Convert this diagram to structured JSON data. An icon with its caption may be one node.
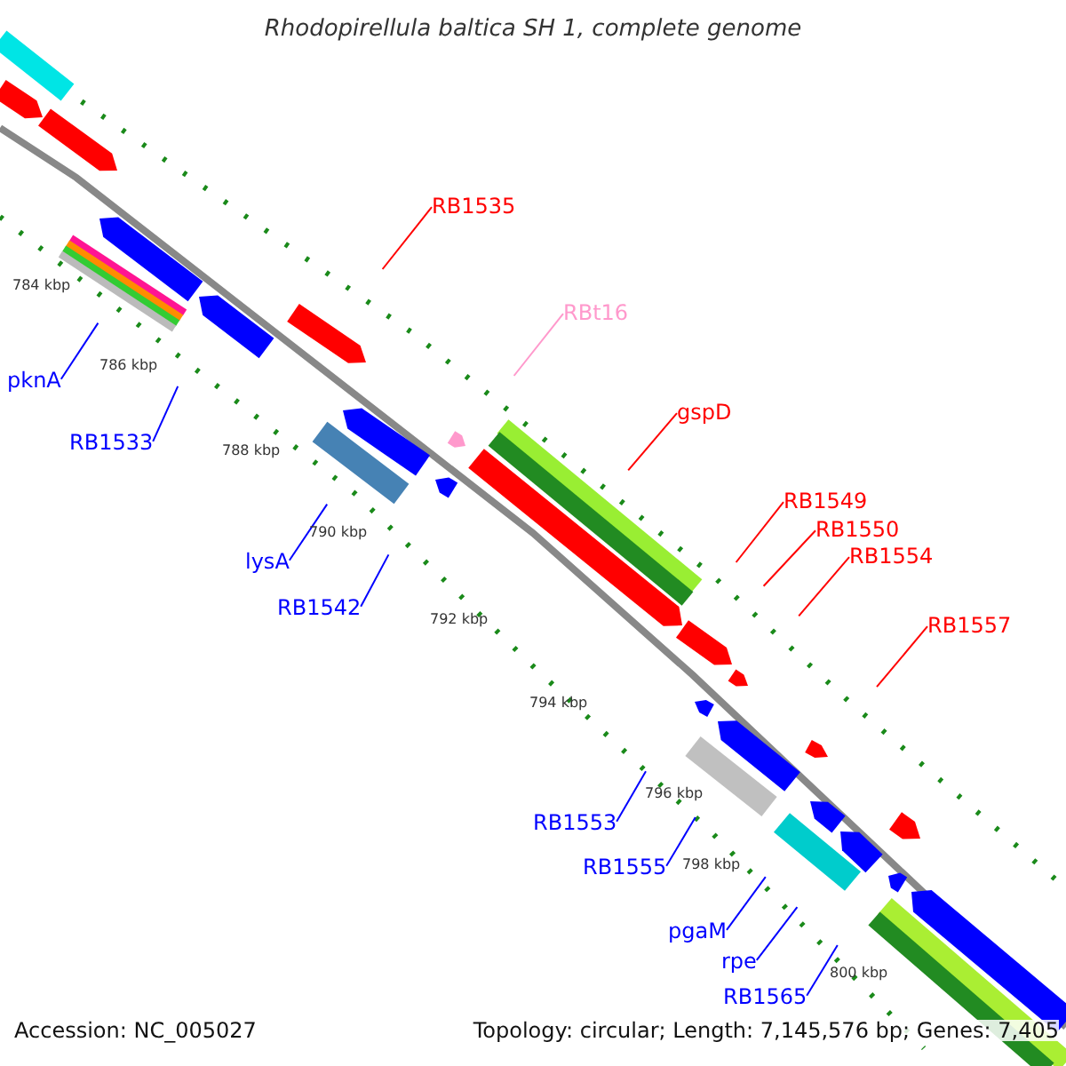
{
  "diagram": {
    "title": "Rhodopirellula baltica SH 1, complete genome",
    "nodes": [
      {
        "text": [
          "RB1535"
        ]
      },
      {
        "text": [
          "RBt16"
        ]
      },
      {
        "text": [
          "pknA"
        ]
      },
      {
        "text": [
          "gspD"
        ]
      },
      {
        "text": [
          "RB1533"
        ]
      },
      {
        "text": [
          "RB1549"
        ]
      },
      {
        "text": [
          "RB1550"
        ]
      },
      {
        "text": [
          "lysA"
        ]
      },
      {
        "text": [
          "RB1554"
        ]
      },
      {
        "text": [
          "RB1542"
        ]
      },
      {
        "text": [
          "RB1557"
        ]
      },
      {
        "text": [
          "RB1553"
        ]
      },
      {
        "text": [
          "RB1555"
        ]
      },
      {
        "text": [
          "pgaM"
        ]
      },
      {
        "text": [
          "rpe"
        ]
      },
      {
        "text": [
          "RB1565"
        ]
      }
    ],
    "edges": [
      {
        "from": 0,
        "to": null,
        "arrow": "none",
        "color": "#ff0000"
      },
      {
        "from": 1,
        "to": null,
        "arrow": "none",
        "color": "#ff99cc"
      },
      {
        "from": 2,
        "to": null,
        "arrow": "none"
      },
      {
        "from": 3,
        "to": null,
        "arrow": "none",
        "color": "#ff0000"
      },
      {
        "from": 4,
        "to": null,
        "arrow": "none"
      },
      {
        "from": 5,
        "to": null,
        "arrow": "none",
        "color": "#ff0000"
      },
      {
        "from": 6,
        "to": null,
        "arrow": "none",
        "color": "#ff0000"
      },
      {
        "from": 7,
        "to": null,
        "arrow": "none"
      },
      {
        "from": 8,
        "to": null,
        "arrow": "none",
        "color": "#ff0000"
      },
      {
        "from": 9,
        "to": null,
        "arrow": "none"
      },
      {
        "from": 10,
        "to": null,
        "arrow": "none",
        "color": "#ff0000"
      },
      {
        "from": 11,
        "to": null,
        "arrow": "none"
      },
      {
        "from": 12,
        "to": null,
        "arrow": "none"
      },
      {
        "from": 13,
        "to": null,
        "arrow": "none"
      },
      {
        "from": 14,
        "to": null,
        "arrow": "none"
      },
      {
        "from": 15,
        "to": null,
        "arrow": "none"
      }
    ],
    "labels": [
      "784 kbp",
      "786 kbp",
      "788 kbp",
      "790 kbp",
      "792 kbp",
      "794 kbp",
      "796 kbp",
      "798 kbp",
      "800 kbp",
      "Accession: NC_005027",
      "Topology: circular; Length: 7,145,576 bp; Genes: 7,405"
    ]
  }
}
